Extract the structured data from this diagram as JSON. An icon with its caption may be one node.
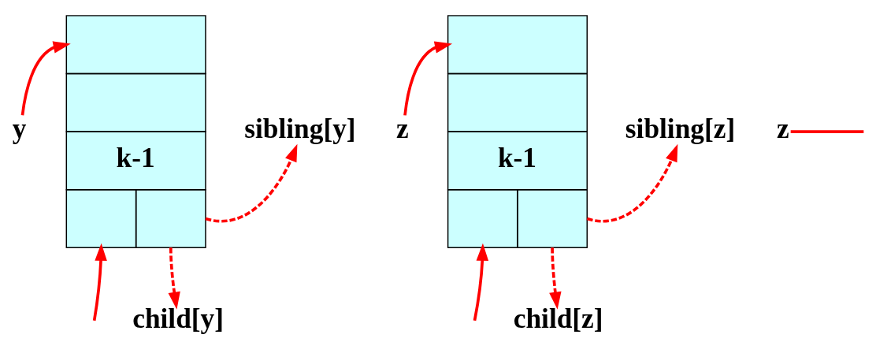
{
  "diagram": {
    "nodes": [
      {
        "text": [
          "y"
        ]
      },
      {
        "text": [
          "k-1"
        ]
      },
      {
        "text": [
          "sibling[y]"
        ]
      },
      {
        "text": [
          "child[y]"
        ]
      },
      {
        "text": [
          "z"
        ]
      },
      {
        "text": [
          "k-1"
        ]
      },
      {
        "text": [
          "sibling[z]"
        ]
      },
      {
        "text": [
          "child[z]"
        ]
      },
      {
        "text": [
          "z"
        ]
      }
    ],
    "edges": [
      {
        "from": 0,
        "to": 1,
        "arrow": "to"
      },
      {
        "from": 1,
        "to": 2,
        "arrow": "to",
        "style": "dashed"
      },
      {
        "from": 1,
        "to": 3,
        "arrow": "to",
        "style": "dashed"
      },
      {
        "from": null,
        "to": 1,
        "arrow": "to"
      },
      {
        "from": 4,
        "to": 5,
        "arrow": "to"
      },
      {
        "from": 5,
        "to": 6,
        "arrow": "to",
        "style": "dashed"
      },
      {
        "from": 5,
        "to": 7,
        "arrow": "to",
        "style": "dashed"
      },
      {
        "from": null,
        "to": 5,
        "arrow": "to"
      },
      {
        "from": 8,
        "to": null,
        "arrow": "none"
      }
    ]
  }
}
